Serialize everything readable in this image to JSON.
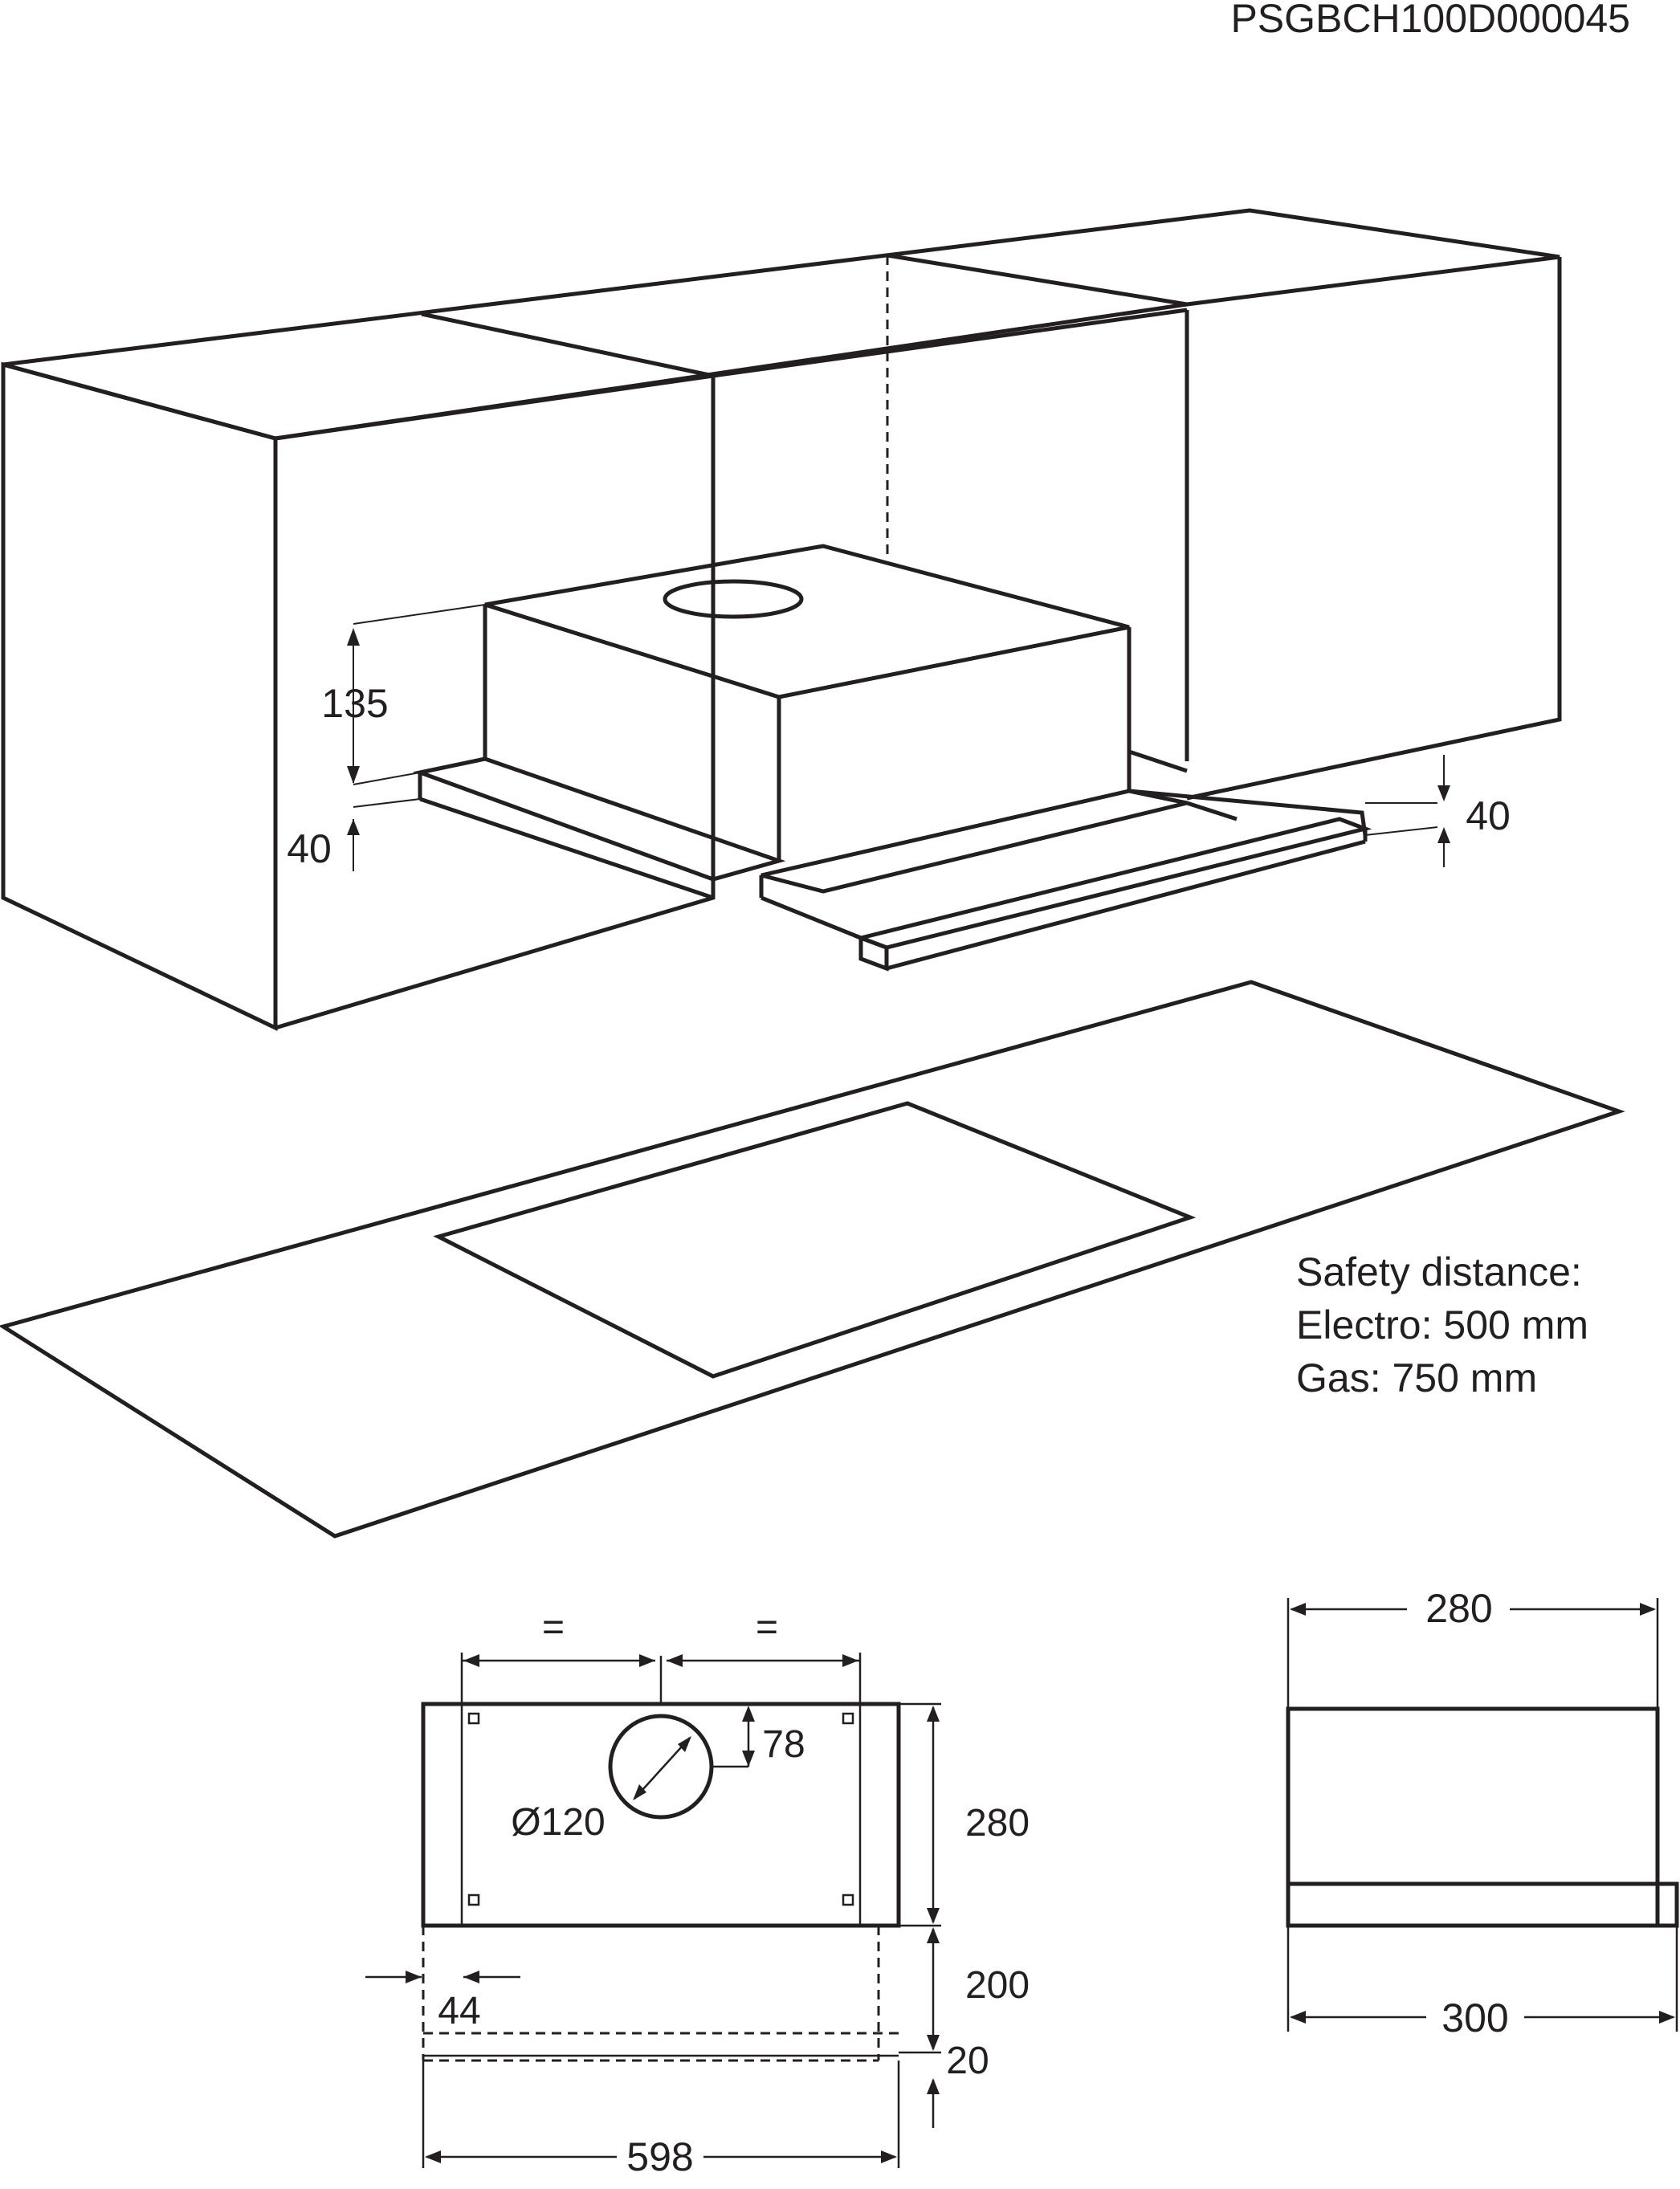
{
  "document": {
    "code": "PSGBCH100D000045"
  },
  "perspective_view": {
    "dim_hood_height": "135",
    "dim_frame_left": "40",
    "dim_frame_right": "40"
  },
  "safety_note": {
    "heading": "Safety distance:",
    "electro": "Electro: 500 mm",
    "gas": "Gas: 750 mm"
  },
  "front_view": {
    "equal_left": "=",
    "equal_right": "=",
    "dim_78": "78",
    "dim_diameter": "Ø120",
    "dim_280": "280",
    "dim_200": "200",
    "dim_44": "44",
    "dim_20": "20",
    "dim_598": "598"
  },
  "side_view": {
    "dim_280": "280",
    "dim_300": "300"
  },
  "colors": {
    "ink": "#231f20",
    "background": "#ffffff"
  }
}
